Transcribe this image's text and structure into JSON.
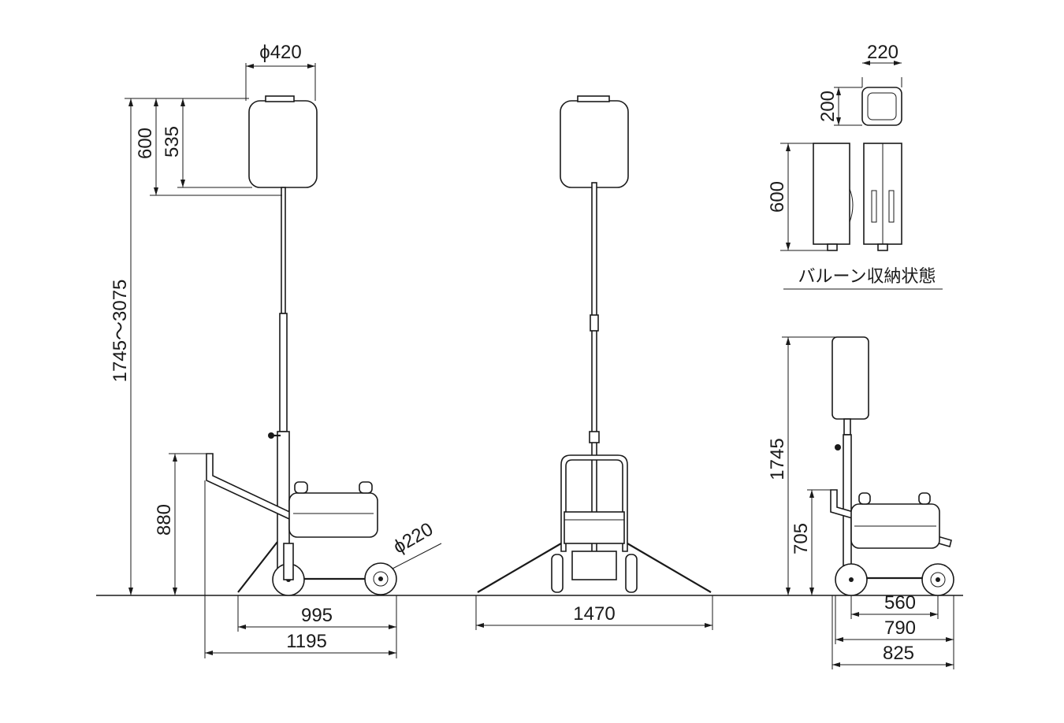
{
  "labels": {
    "balloon_diameter": "ϕ420",
    "side_height_600": "600",
    "side_height_535": "535",
    "total_height_range": "1745～3075",
    "side_handle_height": "880",
    "wheel_diameter": "ϕ220",
    "side_width_995": "995",
    "side_width_1195": "1195",
    "front_width": "1470",
    "stowed_top_width": "220",
    "stowed_top_depth": "200",
    "stowed_height": "600",
    "stowed_caption": "バルーン収納状態",
    "stowed_total_height": "1745",
    "stowed_handle_height": "705",
    "stowed_width_560": "560",
    "stowed_width_790": "790",
    "stowed_width_825": "825"
  }
}
